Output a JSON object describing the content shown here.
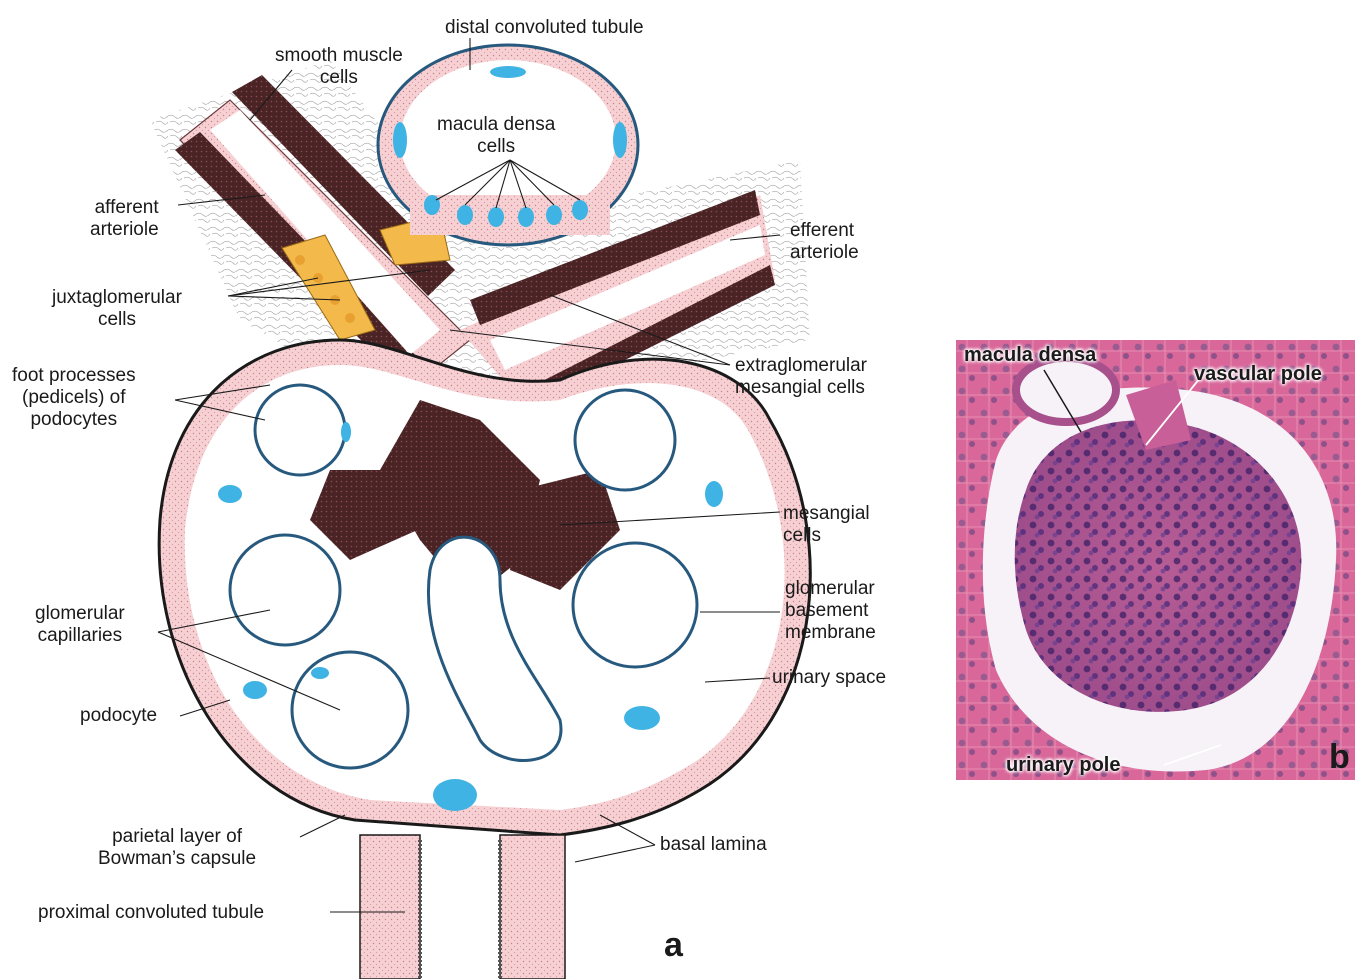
{
  "panel_a": {
    "letter": "a",
    "labels": {
      "distal": "distal convoluted tubule",
      "smooth_muscle": [
        "smooth muscle",
        "cells"
      ],
      "macula_densa_cells": [
        "macula densa",
        "cells"
      ],
      "afferent": [
        "afferent",
        "arteriole"
      ],
      "efferent": [
        "efferent",
        "arteriole"
      ],
      "juxtaglomerular": [
        "juxtaglomerular",
        "cells"
      ],
      "extraglomerular": [
        "extraglomerular",
        "mesangial cells"
      ],
      "foot_processes": [
        "foot processes",
        "(pedicels) of",
        "podocytes"
      ],
      "mesangial": [
        "mesangial",
        "cells"
      ],
      "gbm": [
        "glomerular",
        "basement",
        "membrane"
      ],
      "glom_caps": [
        "glomerular",
        "capillaries"
      ],
      "urinary_space": "urinary space",
      "podocyte": "podocyte",
      "parietal": [
        "parietal layer of",
        "Bowman’s capsule"
      ],
      "basal_lamina": "basal lamina",
      "pct": "proximal convoluted tubule"
    }
  },
  "panel_b": {
    "letter": "b",
    "labels": {
      "macula_densa": "macula densa",
      "vascular_pole": "vascular pole",
      "urinary_pole": "urinary pole"
    }
  },
  "colors": {
    "cell_pink": "#f6d0d3",
    "nucleus_blue": "#3fb3e3",
    "smooth_muscle_brown": "#4a2325",
    "jg_yellow": "#f3b94a",
    "basement_blue": "#27597e",
    "stain_pink": "#d9679a",
    "stain_purple": "#5a2f7a"
  }
}
